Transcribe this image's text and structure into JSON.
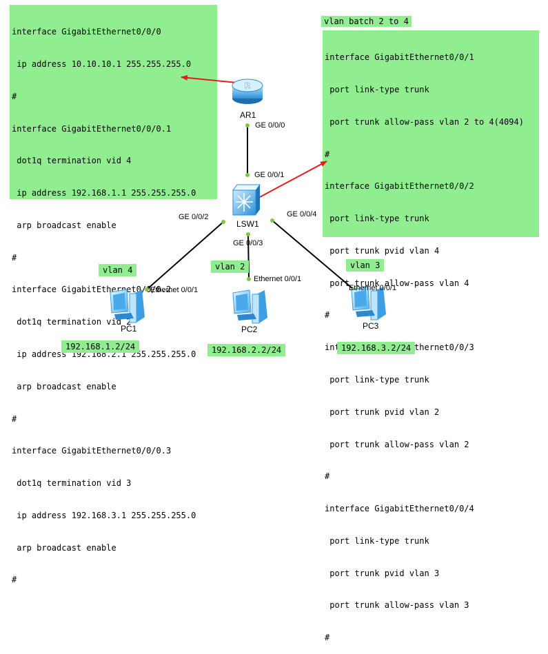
{
  "router_config": [
    "interface GigabitEthernet0/0/0",
    " ip address 10.10.10.1 255.255.255.0",
    "#",
    "interface GigabitEthernet0/0/0.1",
    " dot1q termination vid 4",
    " ip address 192.168.1.1 255.255.255.0",
    " arp broadcast enable",
    "#",
    "interface GigabitEthernet0/0/0.2",
    " dot1q termination vid 2",
    " ip address 192.168.2.1 255.255.255.0",
    " arp broadcast enable",
    "#",
    "interface GigabitEthernet0/0/0.3",
    " dot1q termination vid 3",
    " ip address 192.168.3.1 255.255.255.0",
    " arp broadcast enable",
    "#"
  ],
  "switch_config_title": "vlan batch 2 to 4",
  "switch_config": [
    "interface GigabitEthernet0/0/1",
    " port link-type trunk",
    " port trunk allow-pass vlan 2 to 4(4094)",
    "#",
    "interface GigabitEthernet0/0/2",
    " port link-type trunk",
    " port trunk pvid vlan 4",
    " port trunk allow-pass vlan 4",
    "#",
    "interface GigabitEthernet0/0/3",
    " port link-type trunk",
    " port trunk pvid vlan 2",
    " port trunk allow-pass vlan 2",
    "#",
    "interface GigabitEthernet0/0/4",
    " port link-type trunk",
    " port trunk pvid vlan 3",
    " port trunk allow-pass vlan 3",
    "#"
  ],
  "devices": {
    "router": "AR1",
    "switch": "LSW1",
    "pc1": "PC1",
    "pc2": "PC2",
    "pc3": "PC3"
  },
  "ports": {
    "ar1_ge000": "GE 0/0/0",
    "sw_ge001": "GE 0/0/1",
    "sw_ge002": "GE 0/0/2",
    "sw_ge003": "GE 0/0/3",
    "sw_ge004": "GE 0/0/4",
    "pc1_eth": "Ethernet 0/0/1",
    "pc2_eth": "Ethernet 0/0/1",
    "pc3_eth": "Ethernet 0/0/1"
  },
  "vlan_tags": {
    "pc1": "vlan 4",
    "pc2": "vlan 2",
    "pc3": "vlan 3"
  },
  "ip_tags": {
    "pc1": "192.168.1.2/24",
    "pc2": "192.168.2.2/24",
    "pc3": "192.168.3.2/24"
  },
  "colors": {
    "note_bg": "#90ee90",
    "link": "#000000",
    "port_dot": "#7bc843",
    "arrow": "#e51c1c",
    "router_blue": "#2d8fd6",
    "switch_blue": "#3aa0e0"
  },
  "icons": [
    "router-icon",
    "switch-icon",
    "pc-icon"
  ]
}
